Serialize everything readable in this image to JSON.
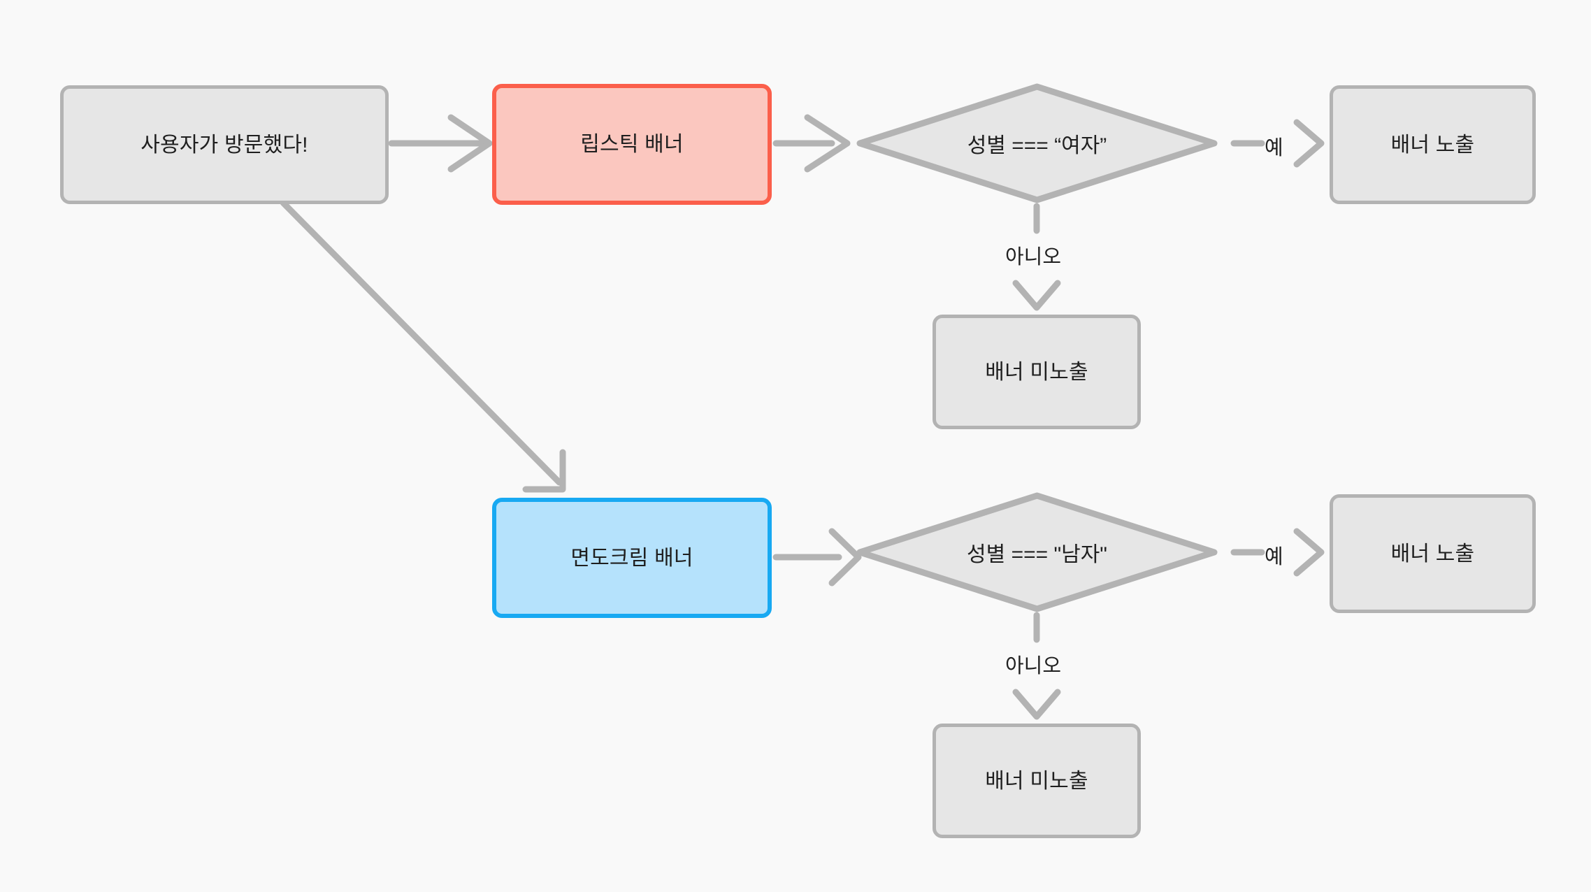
{
  "diagram": {
    "title": "banner-targeting-flowchart",
    "background_color": "#f9f9f9",
    "edge_color": "#b3b3b3",
    "colors": {
      "gray_fill": "#e6e6e6",
      "gray_border": "#b3b3b3",
      "red_fill": "#fbc7bf",
      "red_border": "#fb5f4b",
      "blue_fill": "#b5e2fc",
      "blue_border": "#18a9f2",
      "text": "#1f1f1f"
    },
    "nodes": {
      "start": {
        "label": "사용자가 방문했다!",
        "style": "gray"
      },
      "lipstick_banner": {
        "label": "립스틱 배너",
        "style": "red"
      },
      "shaving_cream_banner": {
        "label": "면도크림 배너",
        "style": "blue"
      },
      "decision_female": {
        "label": "성별 === “여자”",
        "style": "diamond"
      },
      "decision_male": {
        "label": "성별 === \"남자\"",
        "style": "diamond"
      },
      "show_banner_female": {
        "label": "배너 노출",
        "style": "gray"
      },
      "hide_banner_female": {
        "label": "배너 미노출",
        "style": "gray"
      },
      "show_banner_male": {
        "label": "배너 노출",
        "style": "gray"
      },
      "hide_banner_male": {
        "label": "배너 미노출",
        "style": "gray"
      }
    },
    "edge_labels": {
      "yes_female": "예",
      "no_female": "아니오",
      "yes_male": "예",
      "no_male": "아니오"
    }
  }
}
